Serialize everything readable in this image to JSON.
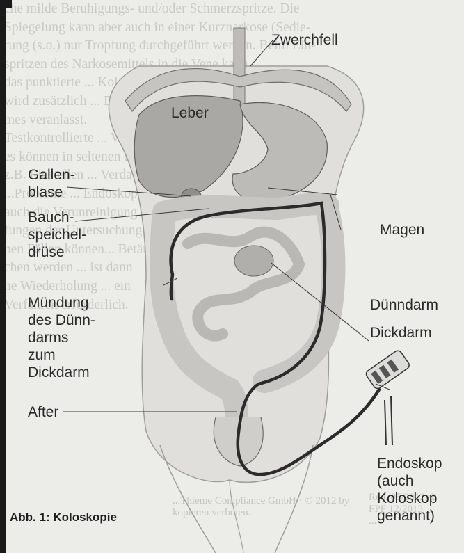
{
  "caption": "Abb. 1: Koloskopie",
  "labels": {
    "zwerchfell": "Zwerchfell",
    "leber": "Leber",
    "gallenblase": [
      "Gallen-",
      "blase"
    ],
    "bauchspeicheldruese": [
      "Bauch-",
      "speichel-",
      "drüse"
    ],
    "magen": "Magen",
    "duenndarm": "Dünndarm",
    "dickdarm": "Dickdarm",
    "muendung": [
      "Mündung",
      "des Dünn-",
      "darms",
      "zum",
      "Dickdarm"
    ],
    "after": "After",
    "endoskop": [
      "Endoskop",
      "(auch",
      "Koloskop",
      "genannt)"
    ]
  },
  "background_text": [
    "che milde Beruhigungs- und/oder Schmerzspritze. Die",
    "Spiegelung kann aber auch in einer Kurznarkose (Sedie-",
    "rung (s.o.) nur Tropfung durchgeführt werden. Beim Ein-",
    "spritzen des Narkosemittels in die Vene kann",
    "das punktierte ... Kolon ... Gelegentlich",
    "wird zusätzlich ... Darstellung des Dar-",
    "mes veranlasst.",
    "",
    "Testkontrollierte ... Vorgang der",
    "es können in seltenen Fällen besondere Beschwerden",
    "z.B. Einstellen ... Verdauungstrakt)",
    "...Probleme ... Endoskop",
    "auch die Verunreinigung des Darmes ... vollständige Ge-",
    "fungen der Untersuchung Behandlung ... nicht zu wer-",
    "nen Fällen können... Betäubung",
    "chen werden ... ist dann",
    "ne Wiederholung ... ein",
    "Verfahren erforderlich."
  ],
  "background_meta": {
    "left": "...Thieme Compliance GmbH · © 2012 by\nkopieren verboten.",
    "right": "Red. 05/2012v2\nFPF 12/2013\n..."
  }
}
